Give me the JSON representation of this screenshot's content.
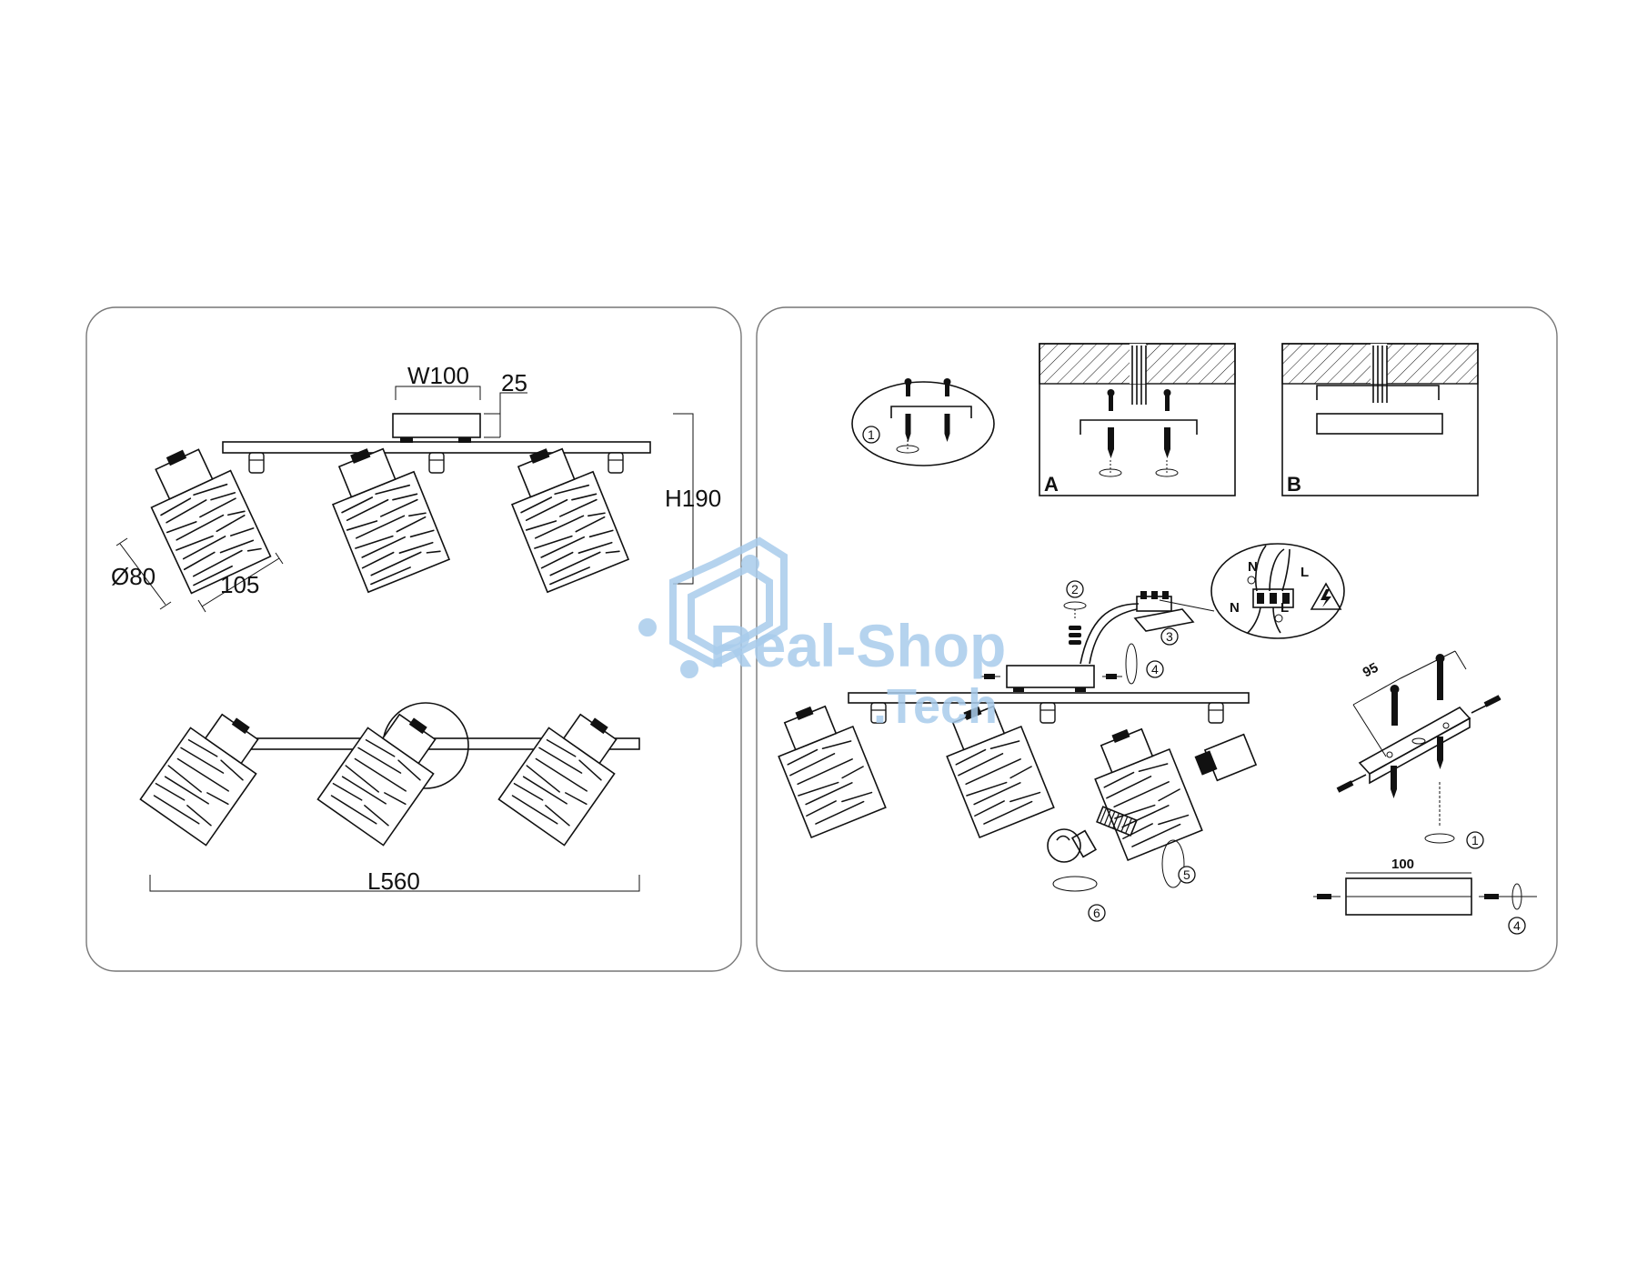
{
  "dimensions": {
    "width": "W100",
    "depth": "25",
    "height": "H190",
    "diameter": "Ø80",
    "shade_length": "105",
    "length": "L560"
  },
  "install": {
    "step1": "1",
    "step2": "2",
    "step3": "3",
    "step4": "4",
    "step5": "5",
    "step6": "6",
    "detail_a": "A",
    "detail_b": "B",
    "wire_n": "N",
    "wire_l": "L",
    "bracket_spacing": "95",
    "base_width": "100"
  },
  "watermark": {
    "line1": "Real-Shop",
    "line2": ".Tech",
    "color": "#a9ccec"
  }
}
